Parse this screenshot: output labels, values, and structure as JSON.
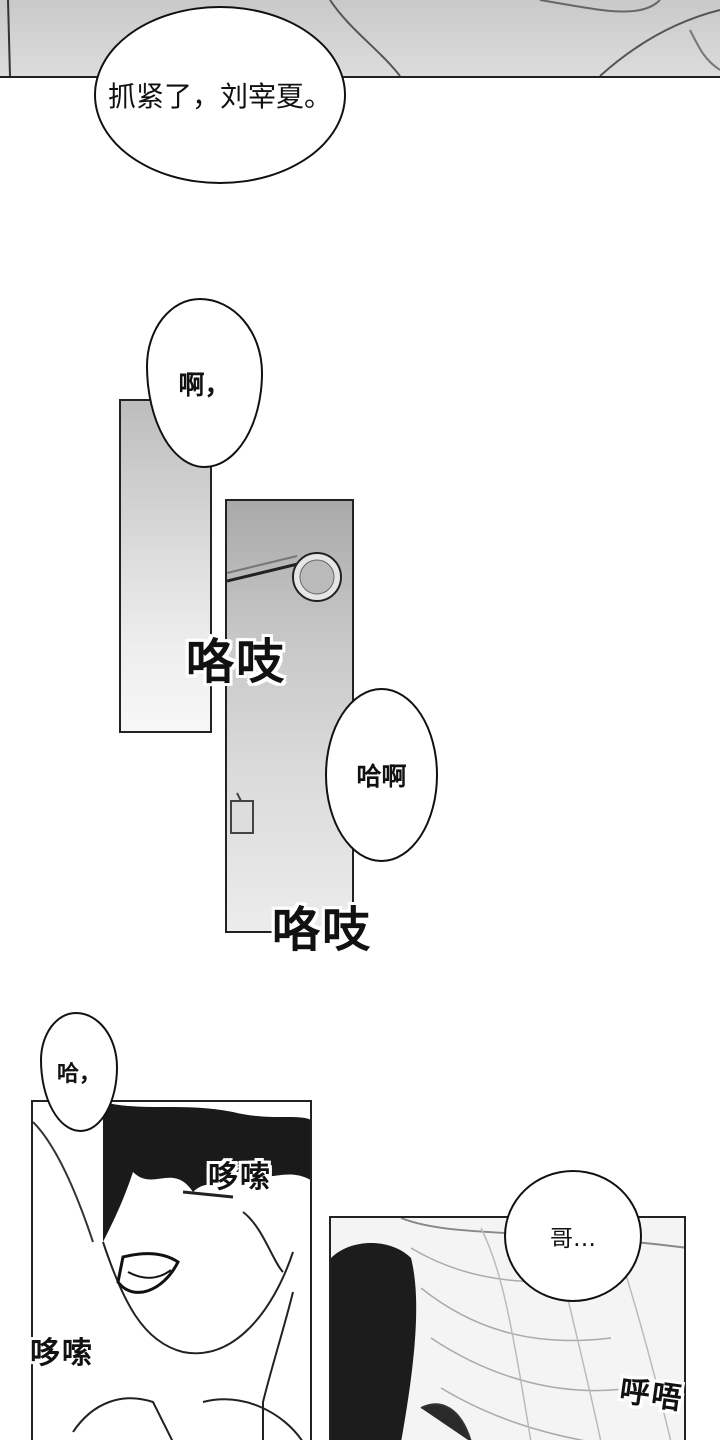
{
  "dialogue": {
    "line_1": "抓紧了，刘宰夏。",
    "line_2": "啊，",
    "line_3": "哈啊",
    "line_4": "哈，",
    "line_5": "哥…"
  },
  "sound_effects": {
    "creak_1": "咯吱",
    "creak_2": "咯吱",
    "shiver_1": "哆嗦",
    "shiver_2": "哆嗦",
    "breath": "呼唔"
  }
}
